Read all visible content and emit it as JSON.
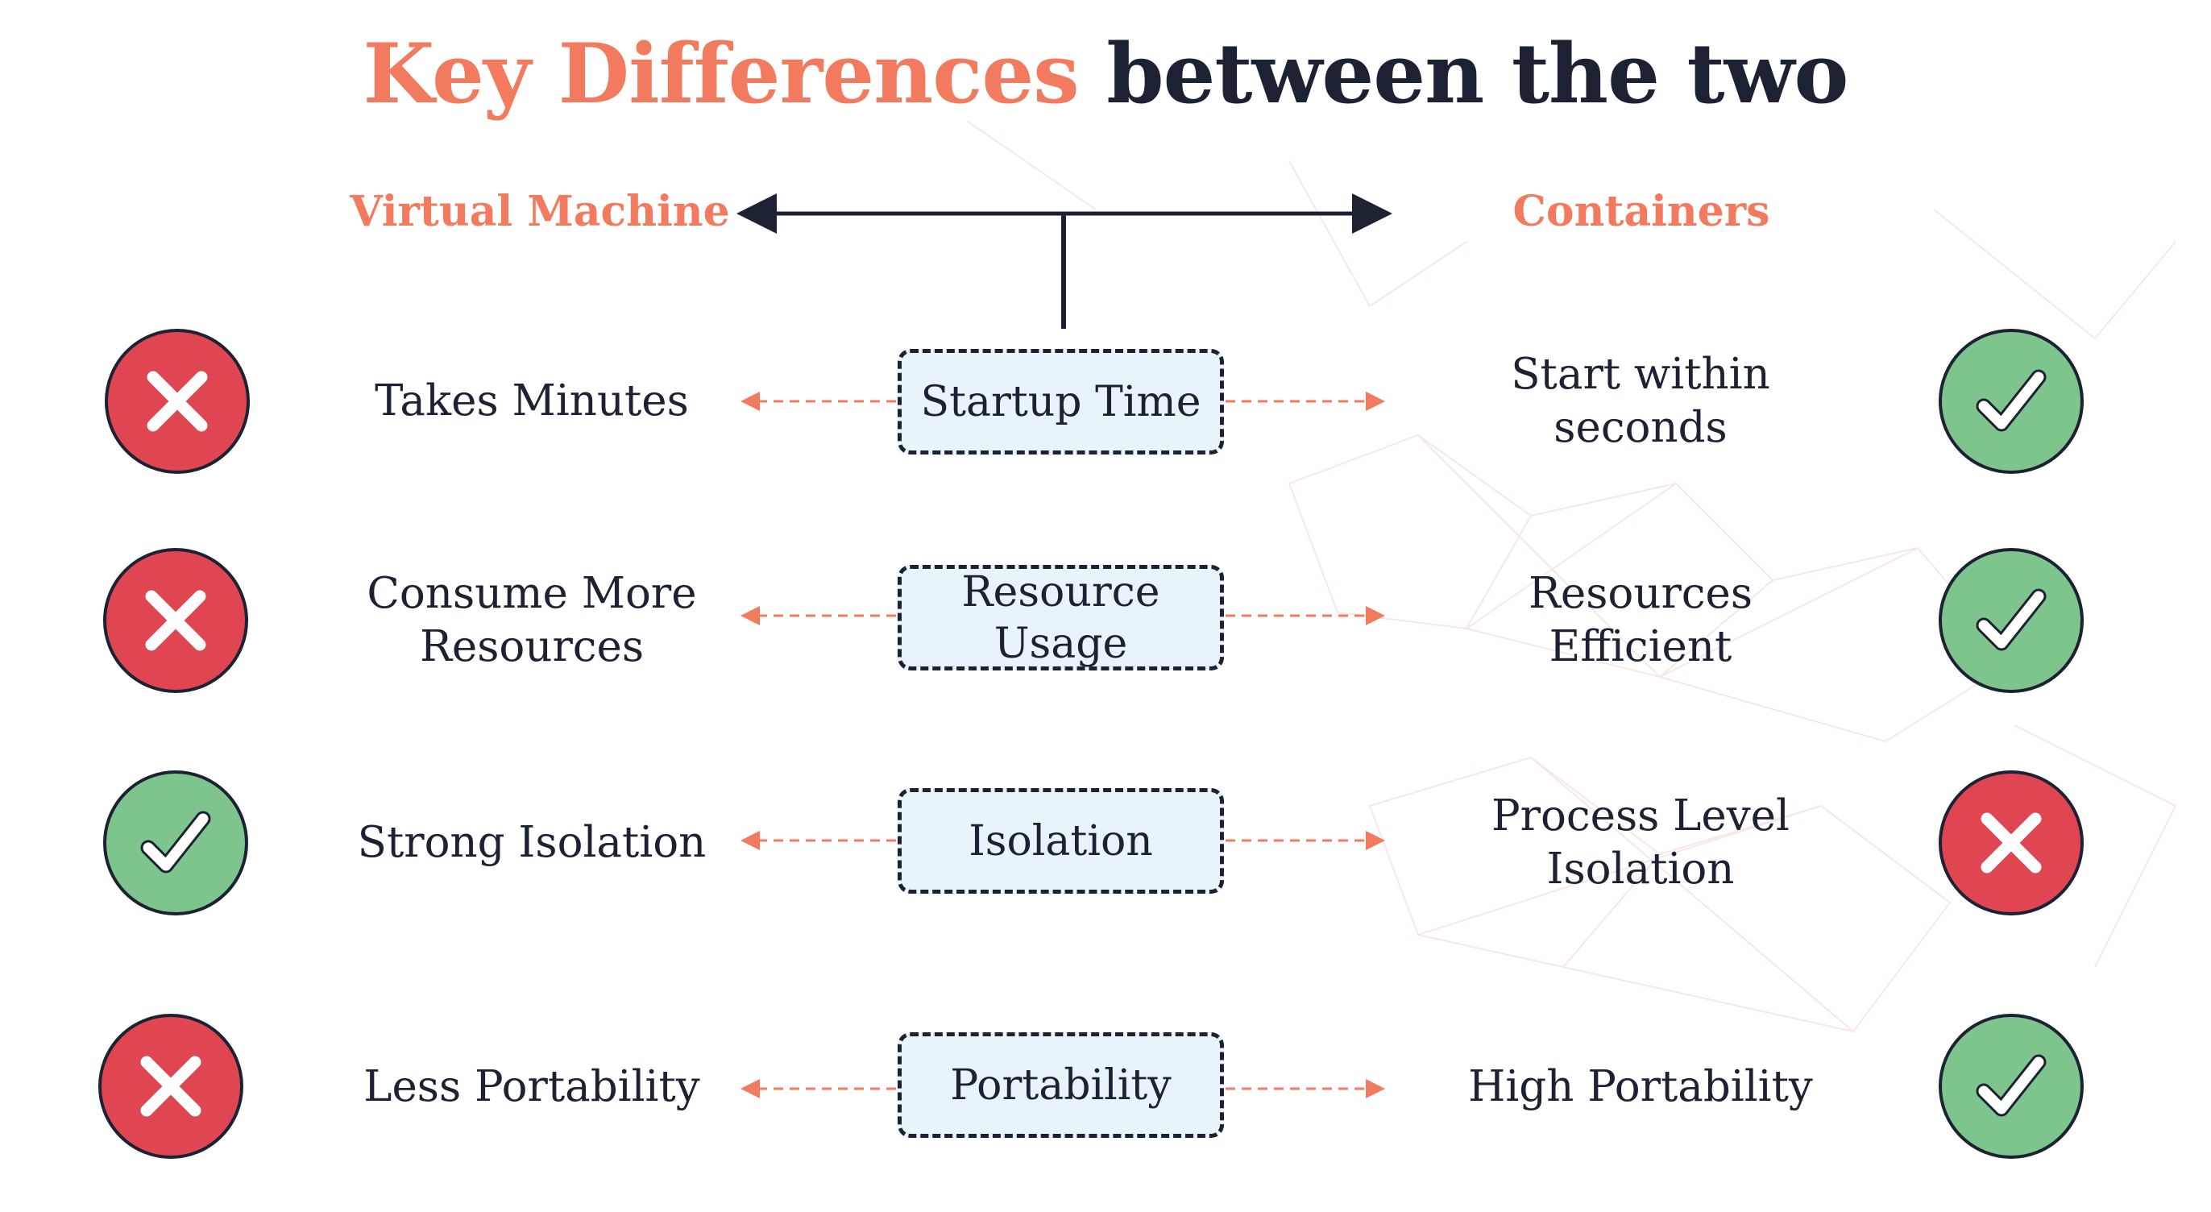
{
  "title": {
    "highlight": "Key Differences",
    "rest": "between the two"
  },
  "columns": {
    "left": "Virtual Machine",
    "right": "Containers"
  },
  "colors": {
    "accent": "#f27a5e",
    "dark": "#1c2233",
    "bad": "#e04652",
    "good": "#7dc58d",
    "box_fill": "#e9f3fa"
  },
  "rows": [
    {
      "criterion": "Startup Time",
      "left": "Takes Minutes",
      "right": "Start within seconds",
      "left_status": "cross-icon",
      "right_status": "check-icon"
    },
    {
      "criterion": "Resource Usage",
      "left": "Consume More Resources",
      "right": "Resources Efficient",
      "left_status": "cross-icon",
      "right_status": "check-icon"
    },
    {
      "criterion": "Isolation",
      "left": "Strong Isolation",
      "right": "Process Level Isolation",
      "left_status": "check-icon",
      "right_status": "cross-icon"
    },
    {
      "criterion": "Portability",
      "left": "Less Portability",
      "right": "High Portability",
      "left_status": "cross-icon",
      "right_status": "check-icon"
    }
  ]
}
